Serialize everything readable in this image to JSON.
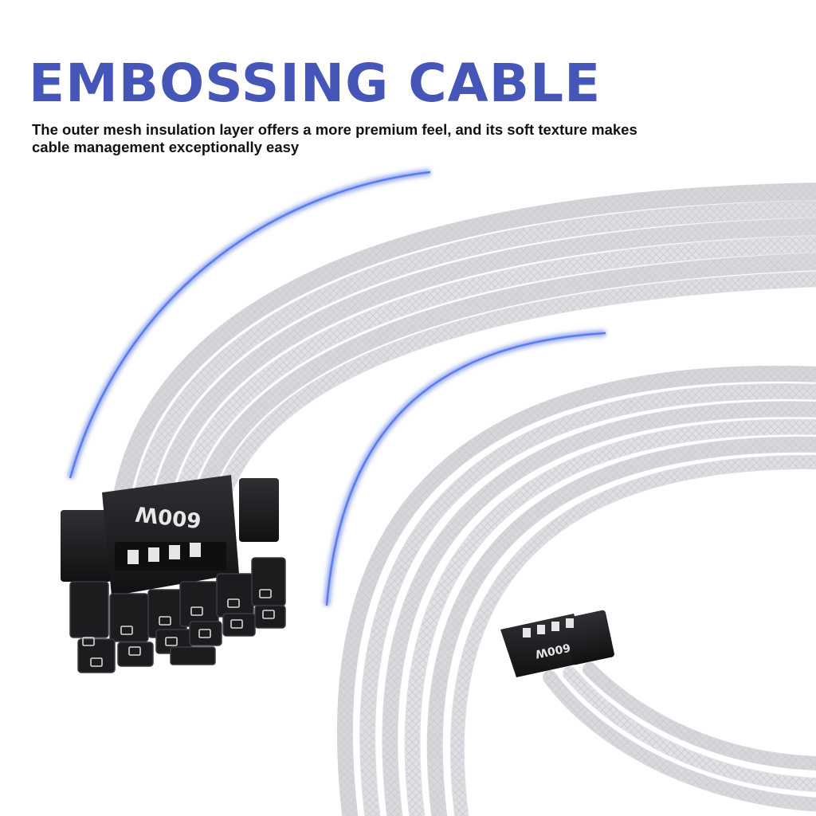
{
  "headline": "EMBOSSING CABLE",
  "subtitle": "The outer mesh insulation layer offers a more premium feel, and its soft texture makes cable management exceptionally easy",
  "connector_large_label": "600W",
  "connector_small_label": "600W",
  "colors": {
    "headline": "#4556b8",
    "glow": "#3f63e0",
    "cable": "#e6e7ea",
    "connector": "#1c1c1e"
  }
}
